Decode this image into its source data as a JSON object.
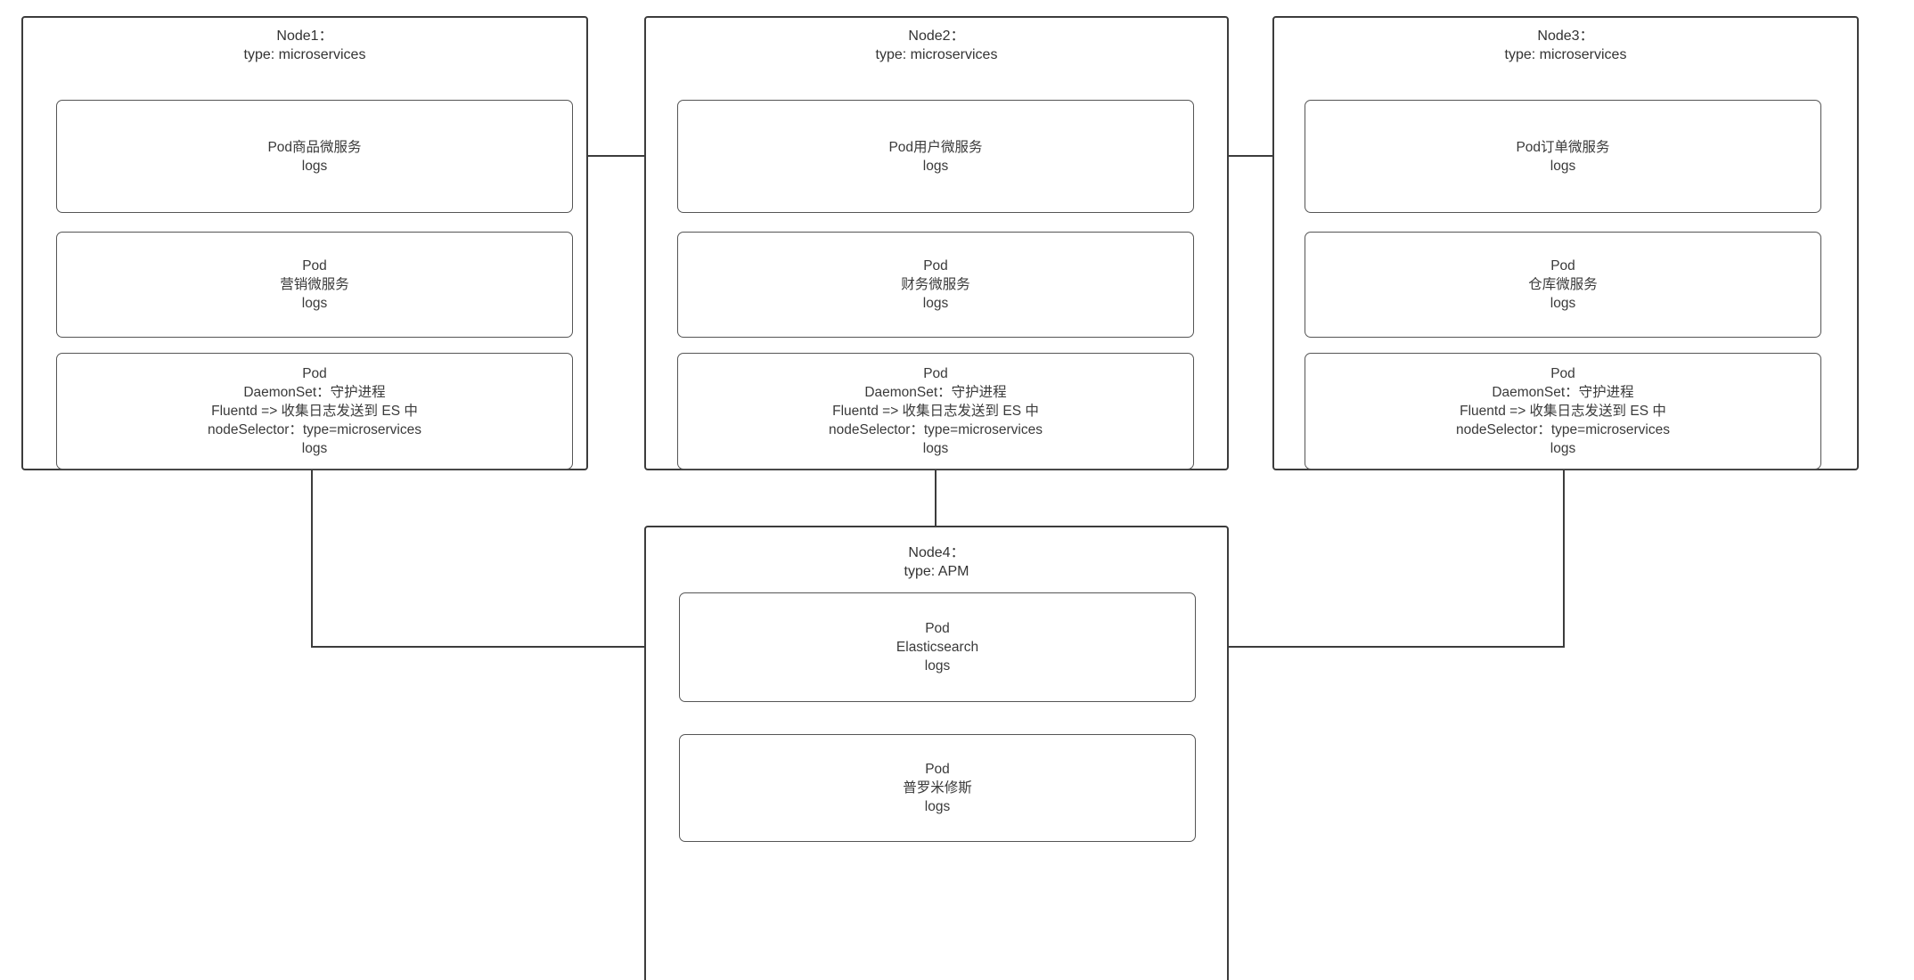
{
  "diagram": {
    "title": "Kubernetes microservices logging architecture",
    "stroke_color": "#3c3c3c",
    "pod_stroke_color": "#555555",
    "text_color": "#333333",
    "background": "#ffffff"
  },
  "nodes": [
    {
      "id": "node1",
      "title": "Node1：\ntype: microservices",
      "pods": [
        {
          "id": "node1-pod-product",
          "text": "Pod商品微服务\nlogs"
        },
        {
          "id": "node1-pod-marketing",
          "text": "Pod\n营销微服务\nlogs"
        },
        {
          "id": "node1-pod-daemonset",
          "text": "Pod\nDaemonSet：守护进程\nFluentd => 收集日志发送到 ES 中\nnodeSelector：type=microservices\nlogs"
        }
      ]
    },
    {
      "id": "node2",
      "title": "Node2：\ntype: microservices",
      "pods": [
        {
          "id": "node2-pod-user",
          "text": "Pod用户微服务\nlogs"
        },
        {
          "id": "node2-pod-finance",
          "text": "Pod\n财务微服务\nlogs"
        },
        {
          "id": "node2-pod-daemonset",
          "text": "Pod\nDaemonSet：守护进程\nFluentd => 收集日志发送到 ES 中\nnodeSelector：type=microservices\nlogs"
        }
      ]
    },
    {
      "id": "node3",
      "title": "Node3：\ntype: microservices",
      "pods": [
        {
          "id": "node3-pod-order",
          "text": "Pod订单微服务\nlogs"
        },
        {
          "id": "node3-pod-warehouse",
          "text": "Pod\n仓库微服务\nlogs"
        },
        {
          "id": "node3-pod-daemonset",
          "text": "Pod\nDaemonSet：守护进程\nFluentd => 收集日志发送到 ES 中\nnodeSelector：type=microservices\nlogs"
        }
      ]
    },
    {
      "id": "node4",
      "title": "Node4：\ntype: APM",
      "pods": [
        {
          "id": "node4-pod-elasticsearch",
          "text": "Pod\nElasticsearch\nlogs"
        },
        {
          "id": "node4-pod-prometheus",
          "text": "Pod\n普罗米修斯\nlogs"
        }
      ]
    }
  ],
  "edges": [
    {
      "id": "edge-product-to-user",
      "from": "node1-pod-product",
      "to": "node2-pod-user",
      "kind": "arrow-right"
    },
    {
      "id": "edge-user-to-order",
      "from": "node2-pod-user",
      "to": "node3-pod-order",
      "kind": "arrow-right"
    },
    {
      "id": "edge-order-to-warehouse",
      "from": "node3-pod-order",
      "to": "node3-pod-warehouse",
      "kind": "arrow-loop-left"
    },
    {
      "id": "edge-node1-daemonset-to-es",
      "from": "node1-pod-daemonset",
      "to": "node4-pod-elasticsearch",
      "kind": "arrow-down-right"
    },
    {
      "id": "edge-node2-daemonset-to-es",
      "from": "node2-pod-daemonset",
      "to": "node4-pod-elasticsearch",
      "kind": "arrow-down"
    },
    {
      "id": "edge-node3-daemonset-to-es",
      "from": "node3-pod-daemonset",
      "to": "node4-pod-elasticsearch",
      "kind": "arrow-down-left"
    }
  ]
}
